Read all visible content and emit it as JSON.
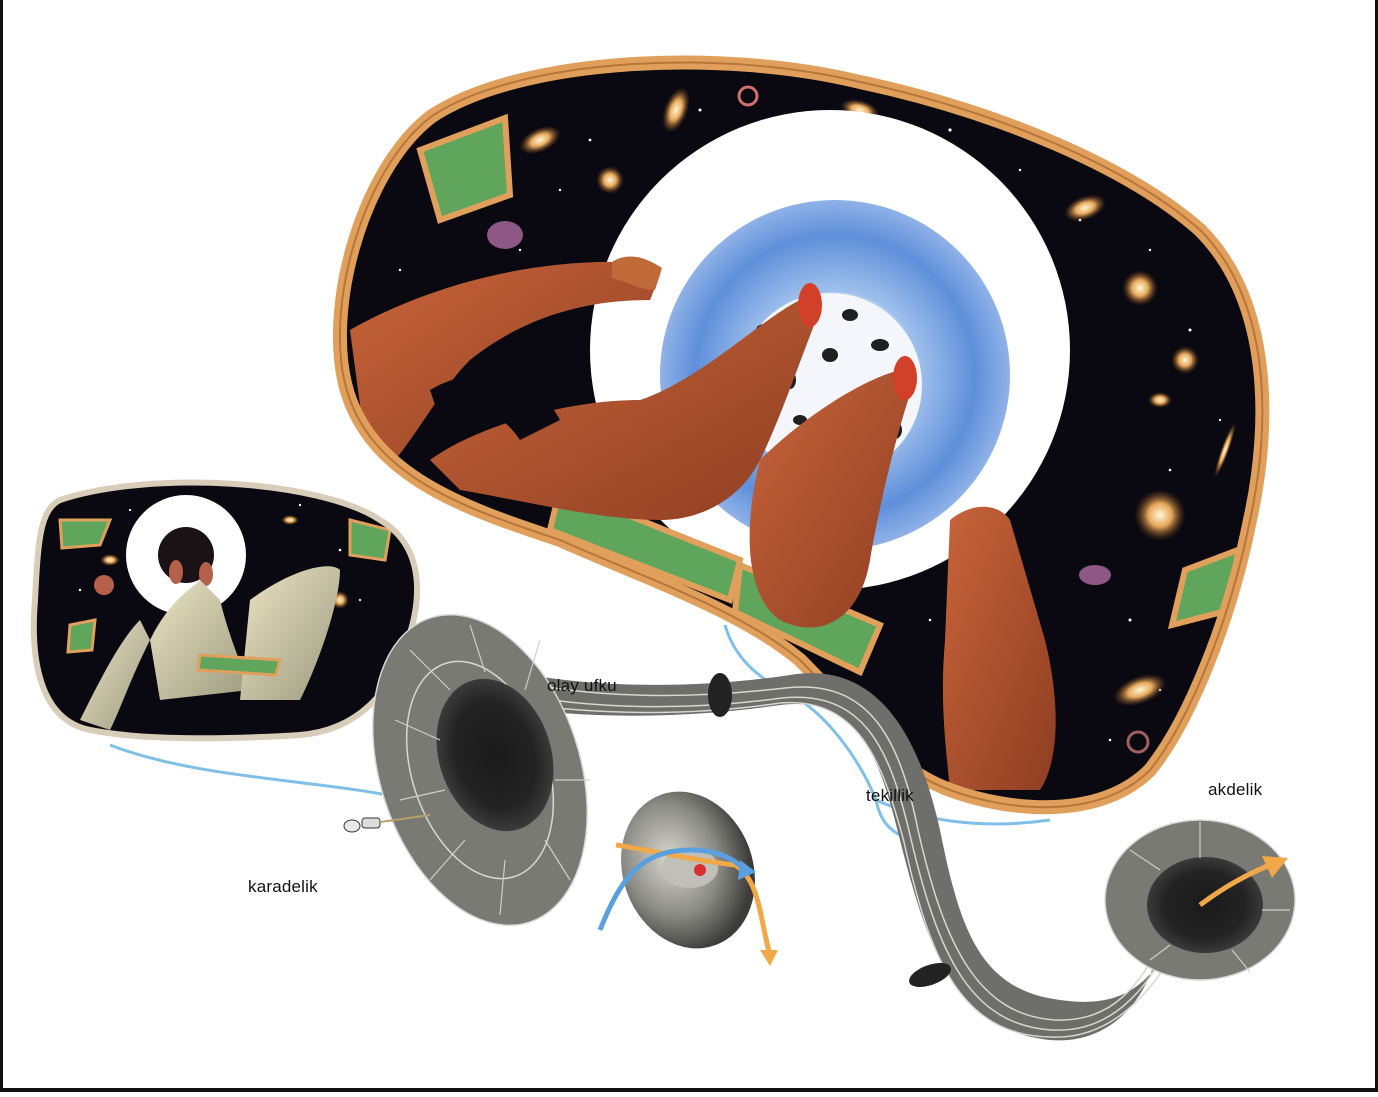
{
  "labels": {
    "event_horizon": "olay ufku",
    "black_hole": "karadelik",
    "singularity": "tekillik",
    "white_hole": "akdelik"
  },
  "colors": {
    "space": "#0a0810",
    "frame": "#e0a05c",
    "window": "#5fa65c",
    "suit": "#b8562f",
    "glow": "#7aa6e0",
    "tunnel": "#6e6e6a",
    "connector": "#7fbfe8",
    "arrow_orange": "#f0a848",
    "arrow_blue": "#5aa0e0",
    "frame_border": "#111111"
  }
}
